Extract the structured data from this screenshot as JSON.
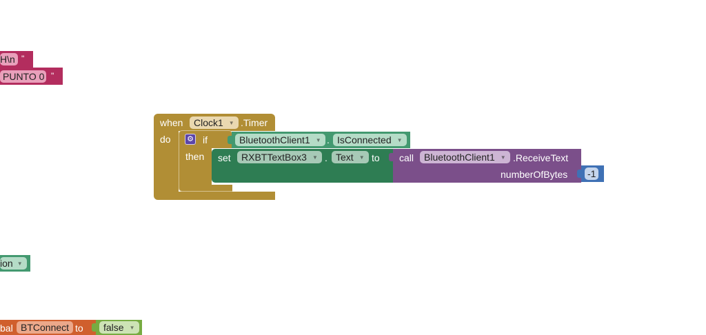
{
  "workspace": {
    "background": "#ffffff"
  },
  "text_blocks": [
    {
      "value": "H\\n",
      "quote": "\""
    },
    {
      "value": "PUNTO 0",
      "quote": "\""
    }
  ],
  "event_block": {
    "when_label": "when",
    "component": "Clock1",
    "event": ".Timer",
    "do_label": "do",
    "color": "#b18e35"
  },
  "if_block": {
    "if_label": "if",
    "then_label": "then",
    "mutator_icon": "gear-icon",
    "condition": {
      "component": "BluetoothClient1",
      "dot": ".",
      "property": "IsConnected"
    }
  },
  "set_block": {
    "set_label": "set",
    "component": "RXBTTextBox3",
    "dot": ".",
    "property": "Text",
    "to_label": "to",
    "color": "#2e7d53"
  },
  "call_block": {
    "call_label": "call",
    "component": "BluetoothClient1",
    "method": ".ReceiveText",
    "param_label": "numberOfBytes",
    "param_value": "-1",
    "color": "#7b4f8a"
  },
  "partial_dropdown_block": {
    "value": "ion"
  },
  "global_block": {
    "prefix": "bal",
    "name": "BTConnect",
    "to_label": "to",
    "value": "false"
  }
}
